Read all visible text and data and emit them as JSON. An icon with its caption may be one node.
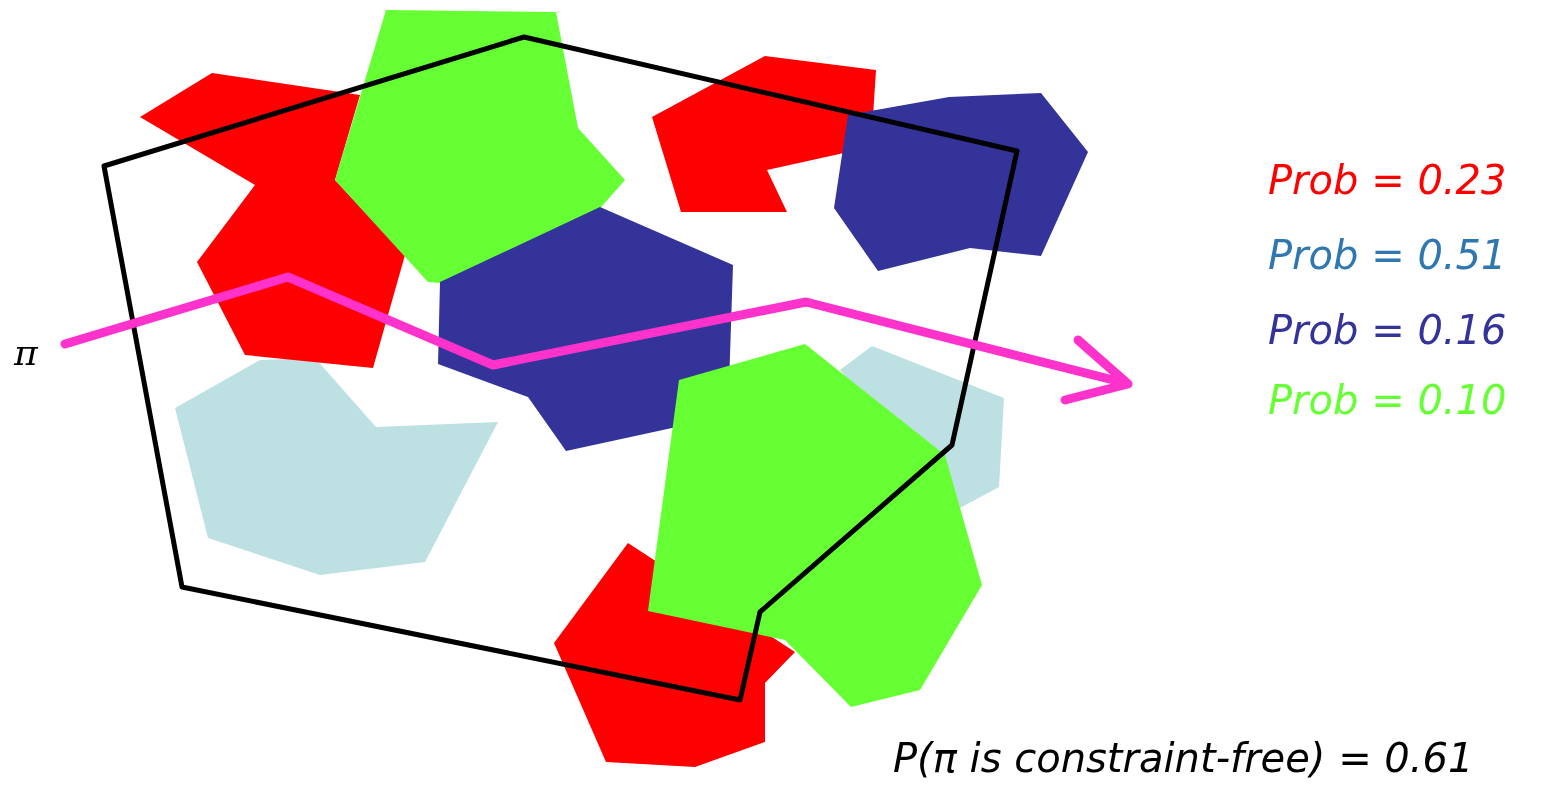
{
  "diagram": {
    "labels": [
      "π",
      "Prob = 0.23",
      "Prob = 0.51",
      "Prob = 0.16",
      "Prob = 0.10",
      "P(π is constraint-free) = 0.61"
    ]
  }
}
